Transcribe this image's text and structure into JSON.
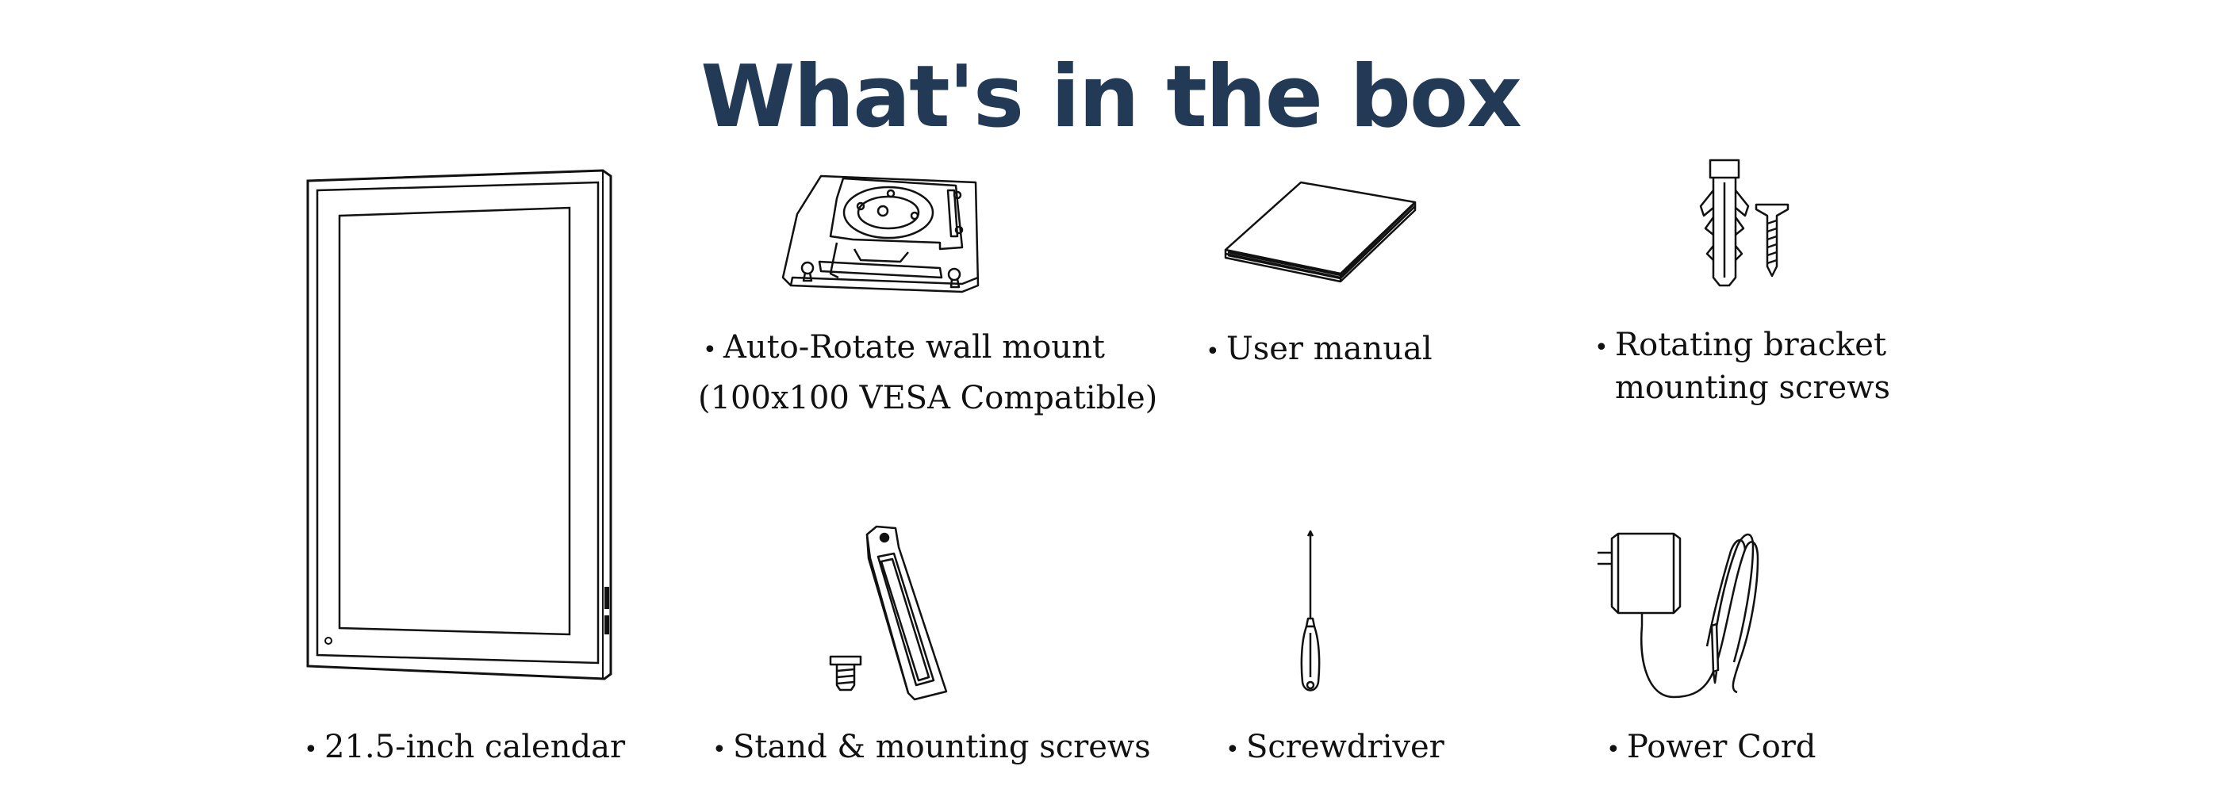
{
  "title": "What's in the box",
  "bullet": "•",
  "items": {
    "calendar": {
      "label": "21.5-inch calendar"
    },
    "wall_mount": {
      "line1": "Auto-Rotate wall mount",
      "line2": "(100x100 VESA Compatible)"
    },
    "manual": {
      "label": "User manual"
    },
    "bracket_screws": {
      "line1": "Rotating bracket",
      "line2": "mounting screws"
    },
    "stand": {
      "label": "Stand & mounting screws"
    },
    "screwdriver": {
      "label": "Screwdriver"
    },
    "power_cord": {
      "label": "Power Cord"
    }
  },
  "colors": {
    "title": "#233a56",
    "text": "#111111",
    "line_art": "#111111",
    "background": "#ffffff"
  },
  "icons": [
    "calendar-display-icon",
    "wall-mount-bracket-icon",
    "user-manual-icon",
    "anchor-and-screw-icon",
    "stand-and-screw-icon",
    "screwdriver-icon",
    "power-adapter-icon"
  ]
}
